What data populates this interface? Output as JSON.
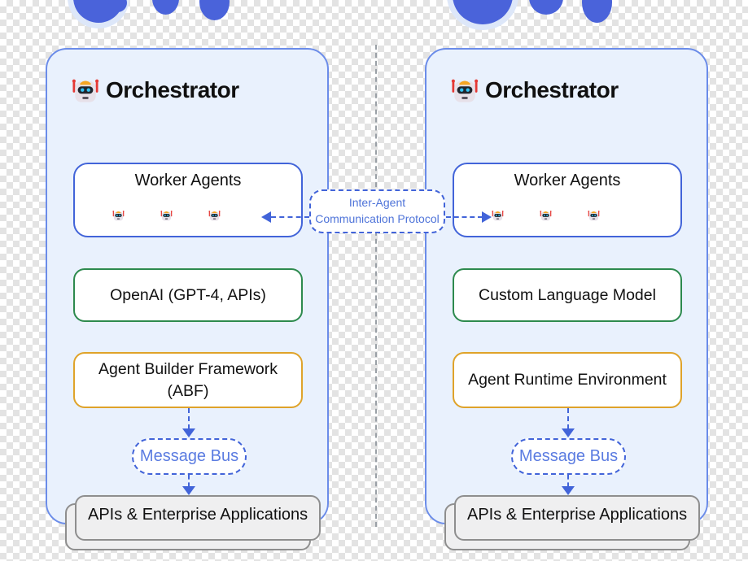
{
  "palette": {
    "accent_blue": "#4264d9",
    "panel_border_blue": "#6b8ce9",
    "panel_fill_blue": "#e9f1fd",
    "green_border": "#2d8a4e",
    "yellow_border": "#dfa32a",
    "gray_box_fill": "#efeff0",
    "gray_box_border": "#8e8e8e",
    "divider_gray": "#9aa0a6",
    "connector_text_blue": "#4f74d9",
    "message_bus_text_blue": "#5b7ce1",
    "decor_blob_blue": "#4a63da"
  },
  "connector": {
    "label_line1": "Inter-Agent",
    "label_line2": "Communication Protocol"
  },
  "panels": [
    {
      "title": "Orchestrator",
      "worker_box": {
        "title": "Worker Agents",
        "robot_count": 3
      },
      "model_box": {
        "label": "OpenAI (GPT-4, APIs)"
      },
      "runtime_box": {
        "label": "Agent Builder Framework (ABF)"
      },
      "message_bus": {
        "label": "Message Bus"
      },
      "apps_box": {
        "label": "APIs & Enterprise Applications"
      }
    },
    {
      "title": "Orchestrator",
      "worker_box": {
        "title": "Worker Agents",
        "robot_count": 3
      },
      "model_box": {
        "label": "Custom Language Model"
      },
      "runtime_box": {
        "label": "Agent Runtime Environment"
      },
      "message_bus": {
        "label": "Message Bus"
      },
      "apps_box": {
        "label": "APIs & Enterprise Applications"
      }
    }
  ]
}
